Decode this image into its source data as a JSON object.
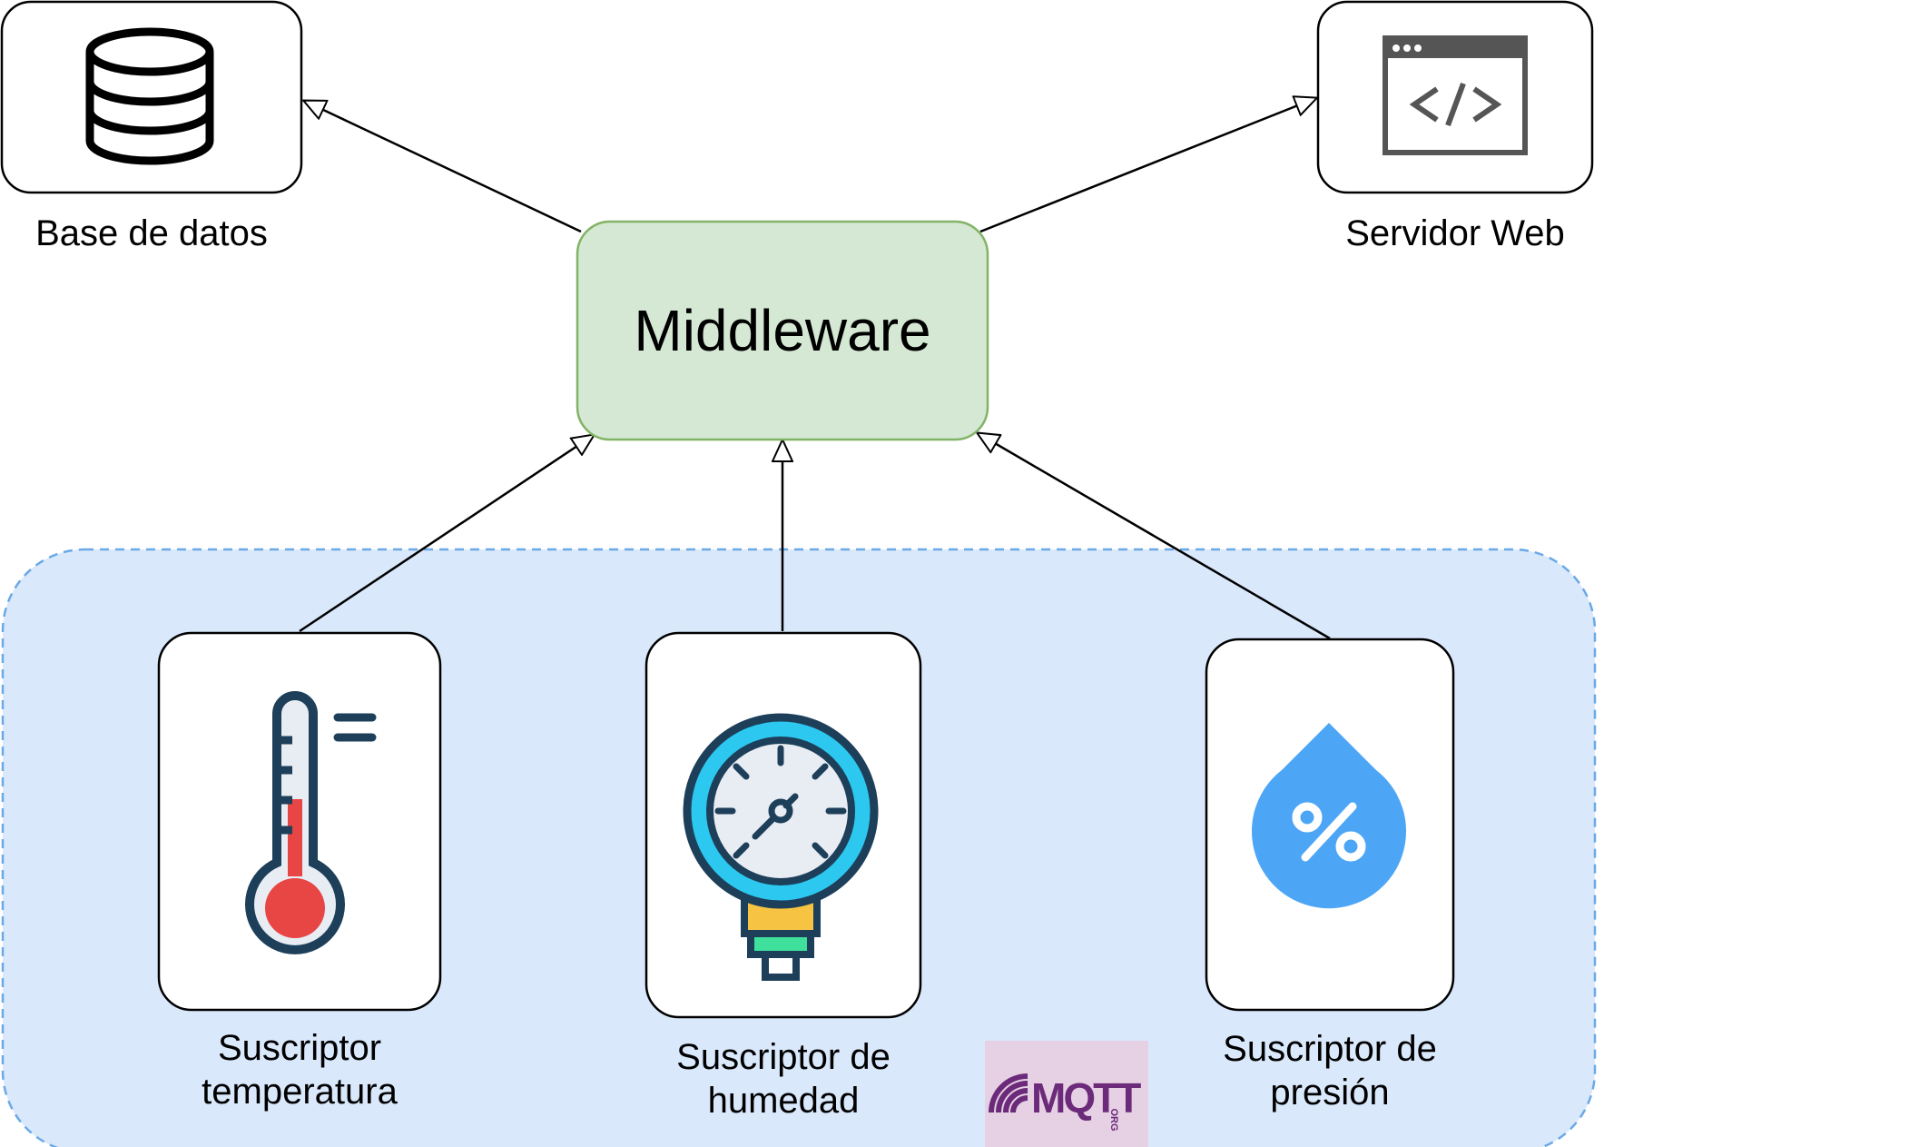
{
  "nodes": {
    "middleware": {
      "label": "Middleware"
    },
    "database": {
      "label": "Base de datos"
    },
    "webserver": {
      "label": "Servidor Web"
    },
    "temp": {
      "label_line1": "Suscriptor",
      "label_line2": "temperatura"
    },
    "humidity": {
      "label_line1": "Suscriptor de",
      "label_line2": "humedad"
    },
    "pressure": {
      "label_line1": "Suscriptor de",
      "label_line2": "presión"
    }
  },
  "logo": {
    "text": "MQTT",
    "suffix": "ORG"
  },
  "colors": {
    "middleware_fill": "#d5e8d4",
    "middleware_stroke": "#82b366",
    "group_fill": "#dae8fc",
    "group_stroke": "#6aa9e6",
    "logo_bg": "#e6d0e3",
    "logo_text": "#6b2a7a"
  }
}
